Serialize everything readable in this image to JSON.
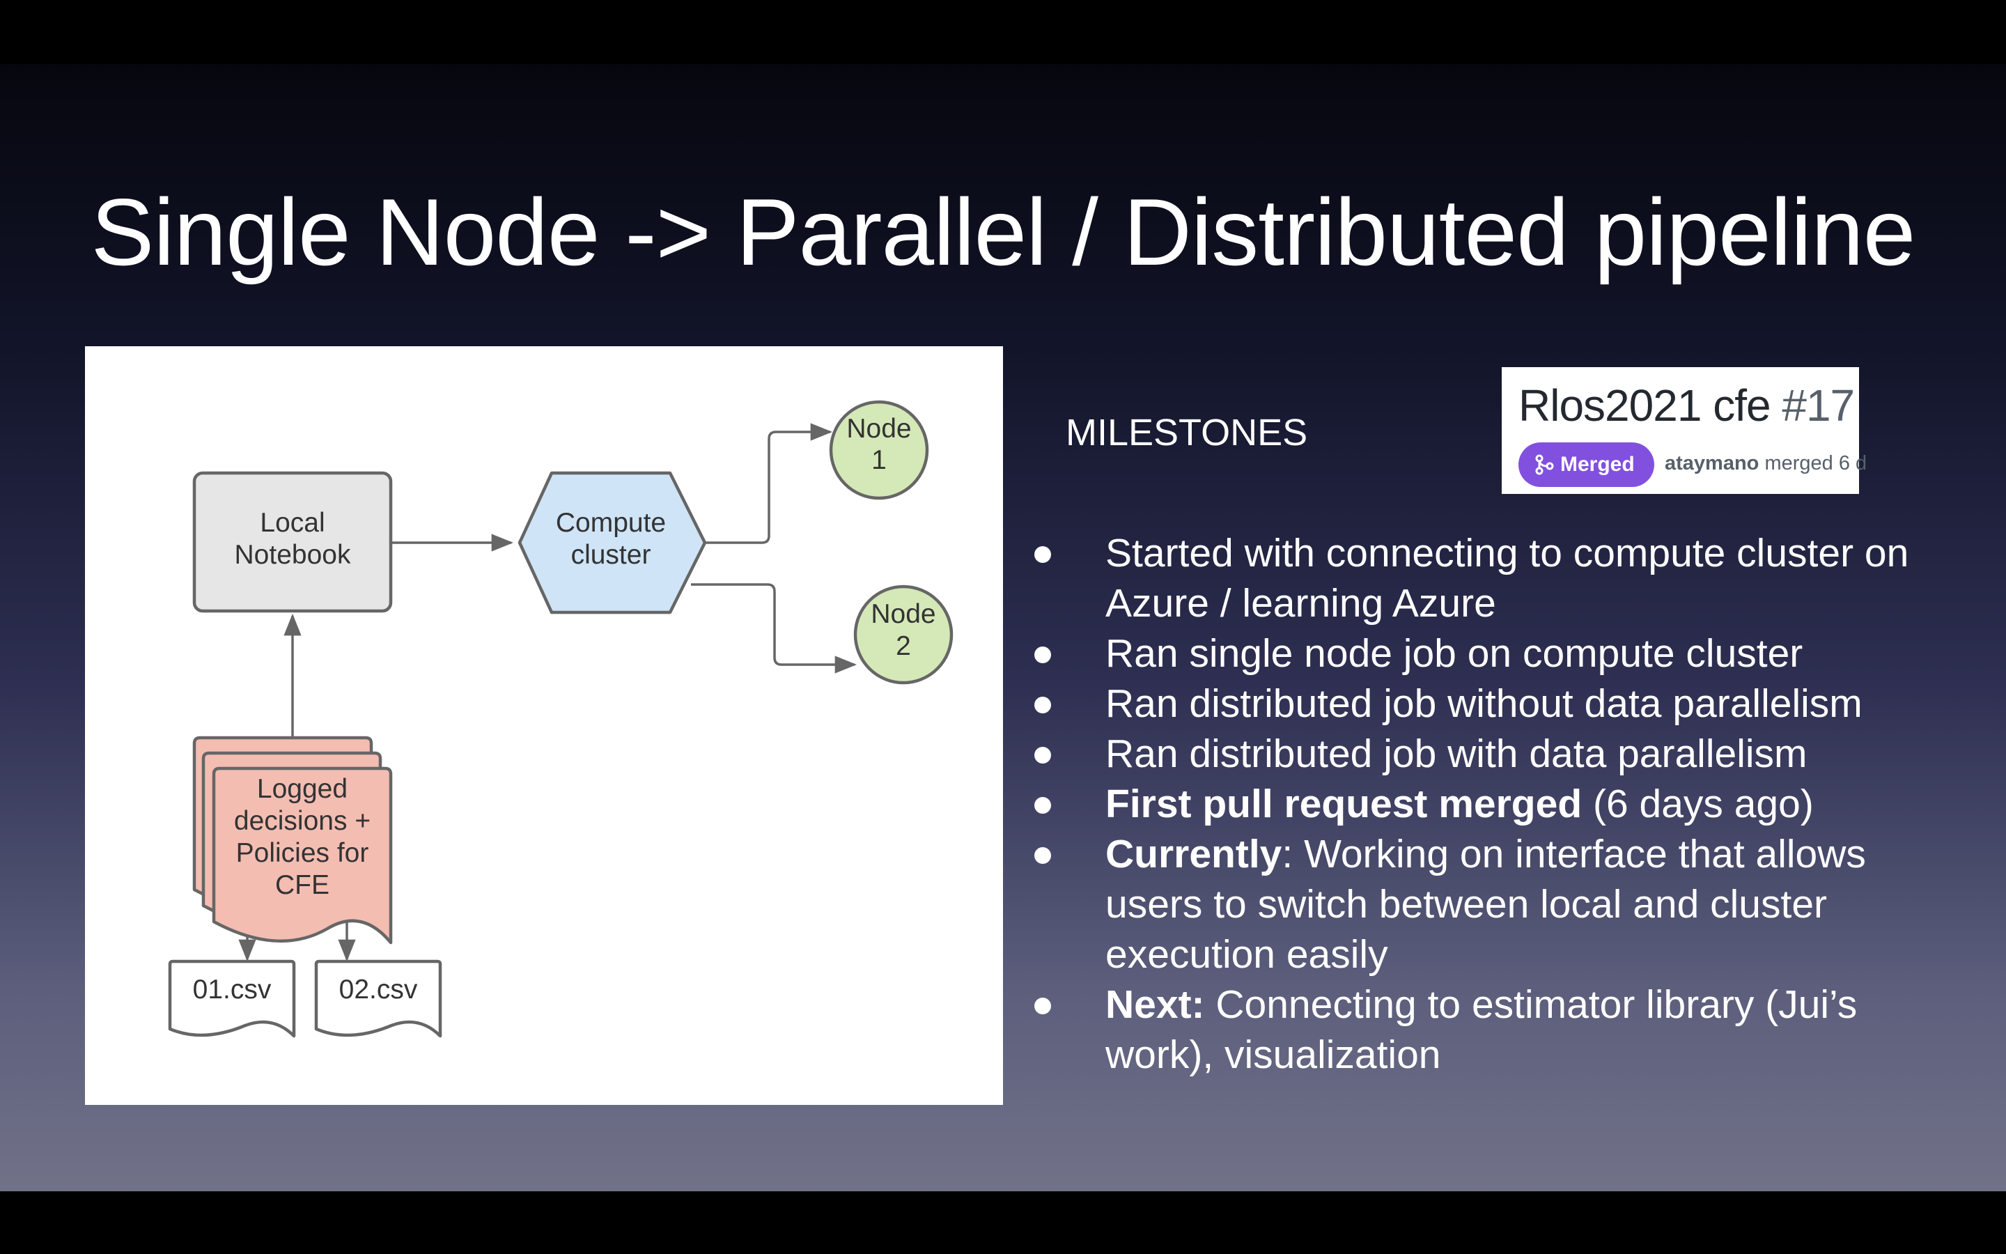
{
  "title": "Single Node -> Parallel / Distributed pipeline",
  "diagram": {
    "nodes": {
      "local_notebook": [
        "Local",
        "Notebook"
      ],
      "compute_cluster": [
        "Compute",
        "cluster"
      ],
      "node1": [
        "Node",
        "1"
      ],
      "node2": [
        "Node",
        "2"
      ],
      "logged": [
        "Logged",
        "decisions +",
        "Policies for",
        "CFE"
      ],
      "csv1": "01.csv",
      "csv2": "02.csv"
    },
    "colors": {
      "notebook_fill": "#e6e6e6",
      "cluster_fill": "#cfe4f7",
      "node_fill": "#d5e9b8",
      "logged_fill": "#f4bdb2",
      "stroke": "#666666"
    }
  },
  "milestones_label": "MILESTONES",
  "pr_card": {
    "repo": "Rlos2021 cfe",
    "number": "#17",
    "badge_icon": "git-merge-icon",
    "badge": "Merged",
    "user": "ataymano",
    "action": "merged 6 d",
    "badge_color": "#8250df"
  },
  "bullets": [
    {
      "bold": "",
      "text": "Started with connecting to compute cluster on Azure / learning Azure"
    },
    {
      "bold": "",
      "text": "Ran single node job on compute cluster"
    },
    {
      "bold": "",
      "text": "Ran distributed job without data parallelism"
    },
    {
      "bold": "",
      "text": "Ran distributed job with data parallelism"
    },
    {
      "bold": "First pull request merged",
      "text": " (6 days ago)"
    },
    {
      "bold": "Currently",
      "text": ": Working on interface that allows users to switch between local and cluster execution easily"
    },
    {
      "bold": "Next:",
      "text": " Connecting to estimator library (Jui’s work), visualization"
    }
  ]
}
